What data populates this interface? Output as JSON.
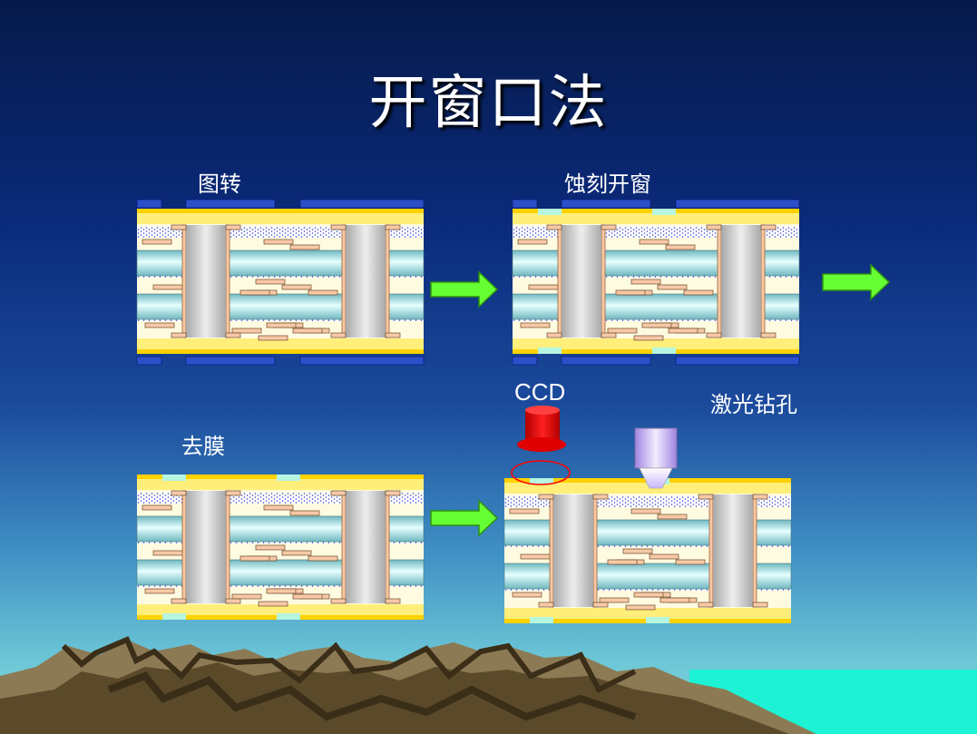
{
  "slide": {
    "title": "开窗口法",
    "steps": {
      "transfer": "图转",
      "etch_window": "蚀刻开窗",
      "strip_film": "去膜",
      "laser_drill": "激光钻孔"
    },
    "ccd_label": "CCD"
  },
  "colors": {
    "gold": "#ffd200",
    "copper_pad": "#f7c9a6",
    "core": "#9fe0e0",
    "hole": "#c8c8c8",
    "resist": "#2b4fc9",
    "arrow": "#66ff33",
    "ccd": "#ff0000",
    "laser": "#ccb8ff"
  },
  "icons": [
    "arrow-right-icon",
    "ccd-camera-icon",
    "laser-head-icon"
  ]
}
